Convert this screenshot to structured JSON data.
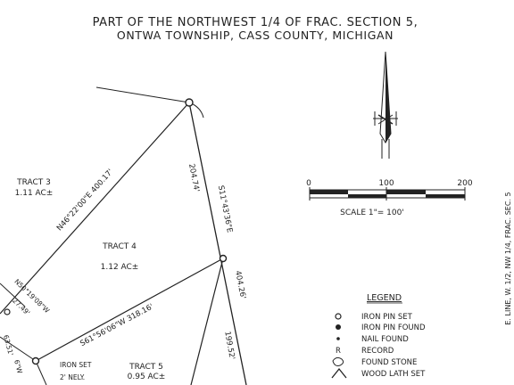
{
  "title": {
    "line1": "PART OF THE NORTHWEST 1/4 OF FRAC. SECTION 5,",
    "line2": "ONTWA TOWNSHIP, CASS COUNTY, MICHIGAN"
  },
  "side_note": "E. LINE, W. 1/2, NW 1/4, FRAC. SEC. 5",
  "tracts": {
    "tract3_name": "TRACT 3",
    "tract3_area": "1.11 AC±",
    "tract4_name": "TRACT 4",
    "tract4_area": "1.12 AC±",
    "tract5_name": "TRACT 5",
    "tract5_area": "0.95 AC±"
  },
  "bearings": {
    "n46": "N46°22'00\"E 400.17'",
    "l20474": "204.74'",
    "s11": "S11°43'36\"E",
    "l40426": "404.26'",
    "s61": "S61°56'06\"W 318.16'",
    "l19952": "199.52'",
    "n50a": "N50°19'08\"W",
    "n50b": "27.49'",
    "l6351a": "63.51'",
    "l6351b": "6\"W"
  },
  "annotations": {
    "iron_set1": "IRON SET",
    "iron_set2": "2' NELY."
  },
  "scale": {
    "t0": "0",
    "t100": "100",
    "t200": "200",
    "caption": "SCALE 1\"= 100'"
  },
  "legend": {
    "title": "LEGEND",
    "items": [
      {
        "symbol": "O",
        "label": "IRON PIN SET"
      },
      {
        "symbol": "●",
        "label": "IRON PIN FOUND"
      },
      {
        "symbol": "•",
        "label": "NAIL FOUND"
      },
      {
        "symbol": "R",
        "label": "RECORD"
      },
      {
        "symbol": "stone",
        "label": "FOUND STONE"
      },
      {
        "symbol": "lath",
        "label": "WOOD LATH SET"
      }
    ]
  }
}
